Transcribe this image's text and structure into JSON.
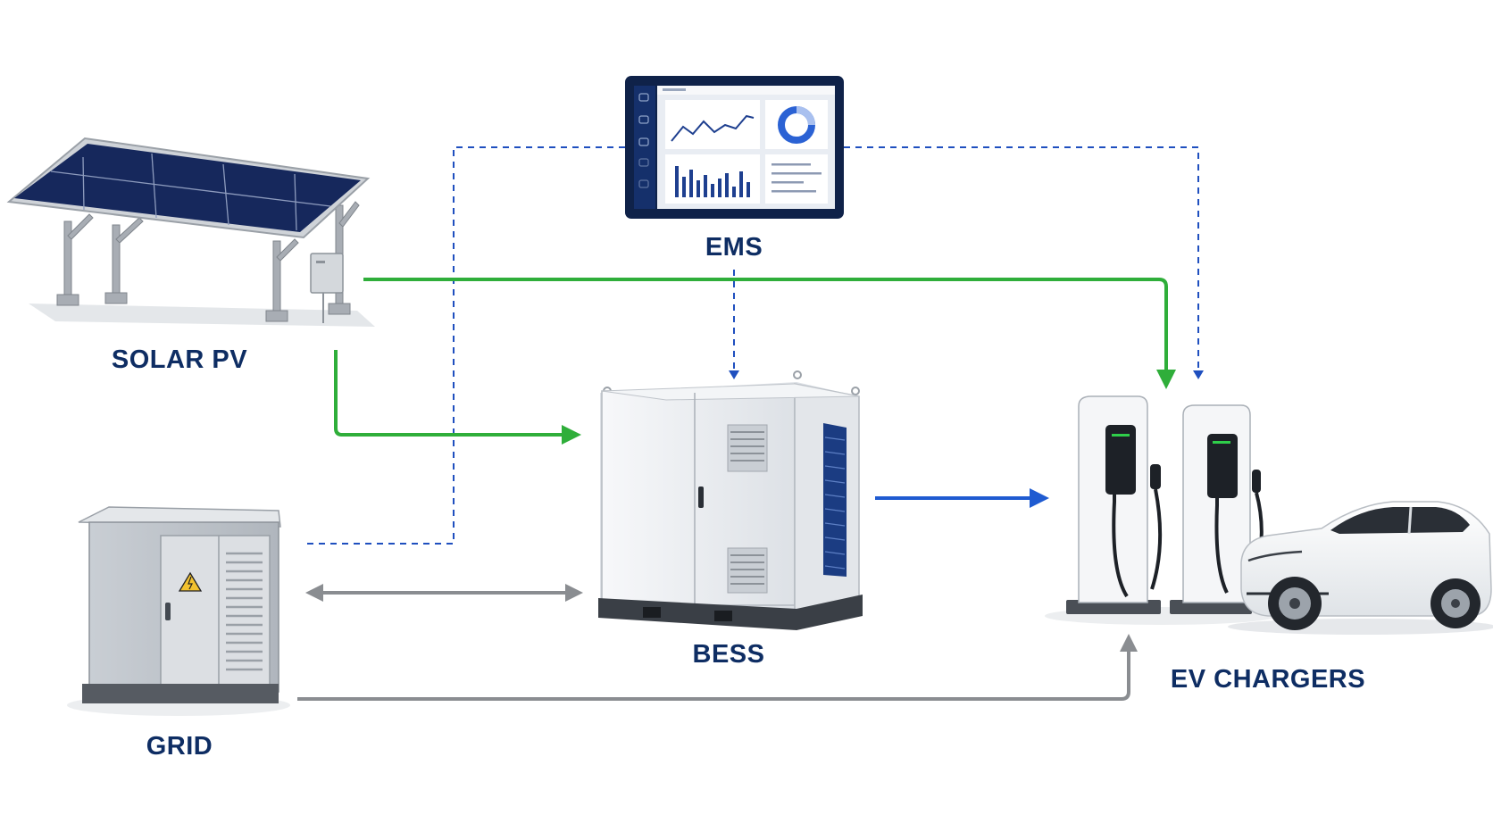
{
  "colors": {
    "label": "#0e2d63",
    "solar_flow": "#2fae3a",
    "bess_flow": "#1f5bd1",
    "grid_flow": "#8a8d91",
    "control_flow": "#1f4fbf",
    "panel_cell": "#16285c",
    "cabinet": "#eef1f4",
    "screen_frame": "#0f2249",
    "charger_led": "#2fce4a"
  },
  "nodes": {
    "ems": {
      "label": "EMS",
      "icon": "monitor-dashboard-icon"
    },
    "solar": {
      "label": "SOLAR PV",
      "icon": "solar-carport-icon"
    },
    "bess": {
      "label": "BESS",
      "icon": "battery-container-icon"
    },
    "grid": {
      "label": "GRID",
      "icon": "transformer-cabinet-icon"
    },
    "ev": {
      "label": "EV CHARGERS",
      "icon": "ev-charger-icon"
    },
    "car": {
      "icon": "car-icon"
    }
  },
  "connections": [
    {
      "from": "SOLAR PV",
      "to": "EV CHARGERS",
      "type": "power",
      "style": "solid",
      "color": "green"
    },
    {
      "from": "SOLAR PV",
      "to": "BESS",
      "type": "power",
      "style": "solid",
      "color": "green"
    },
    {
      "from": "BESS",
      "to": "EV CHARGERS",
      "type": "power",
      "style": "solid",
      "color": "blue"
    },
    {
      "from": "GRID",
      "to": "BESS",
      "type": "power",
      "style": "solid",
      "color": "gray",
      "bidirectional": true
    },
    {
      "from": "GRID",
      "to": "EV CHARGERS",
      "type": "power",
      "style": "solid",
      "color": "gray"
    },
    {
      "from": "EMS",
      "to": "BESS",
      "type": "control",
      "style": "dashed",
      "color": "blue"
    },
    {
      "from": "EMS",
      "to": "EV CHARGERS",
      "type": "control",
      "style": "dashed",
      "color": "blue"
    },
    {
      "from": "EMS",
      "to": "GRID",
      "type": "control",
      "style": "dashed",
      "color": "blue"
    }
  ]
}
